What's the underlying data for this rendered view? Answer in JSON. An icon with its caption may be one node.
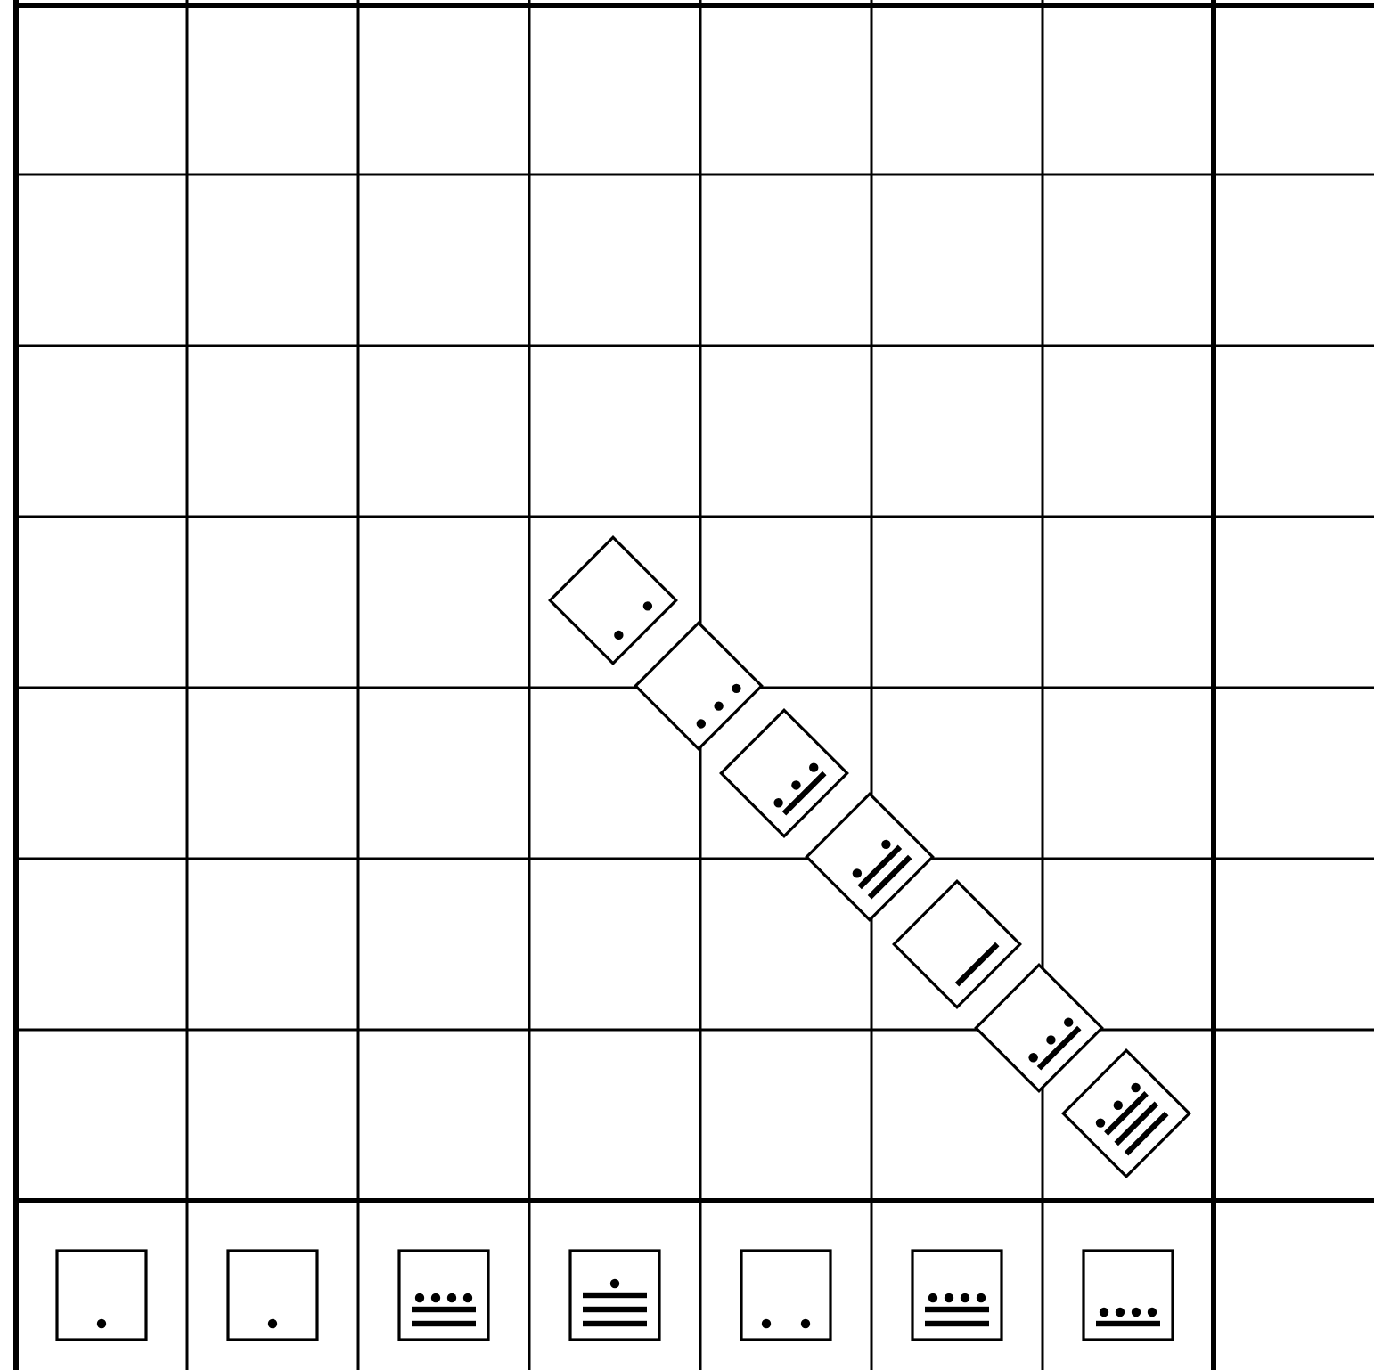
{
  "diagram": {
    "nodes": [
      {
        "text": [],
        "shape": "box"
      },
      {
        "text": [],
        "shape": "box"
      },
      {
        "text": [],
        "shape": "box"
      },
      {
        "text": [],
        "shape": "box"
      },
      {
        "text": [],
        "shape": "box"
      },
      {
        "text": [],
        "shape": "box"
      },
      {
        "text": [],
        "shape": "box"
      },
      {
        "text": [],
        "shape": "box"
      },
      {
        "text": [],
        "shape": "box"
      },
      {
        "text": [],
        "shape": "box"
      },
      {
        "text": [],
        "shape": "box"
      },
      {
        "text": [],
        "shape": "box"
      },
      {
        "text": [],
        "shape": "box"
      },
      {
        "text": [],
        "shape": "box"
      }
    ]
  }
}
